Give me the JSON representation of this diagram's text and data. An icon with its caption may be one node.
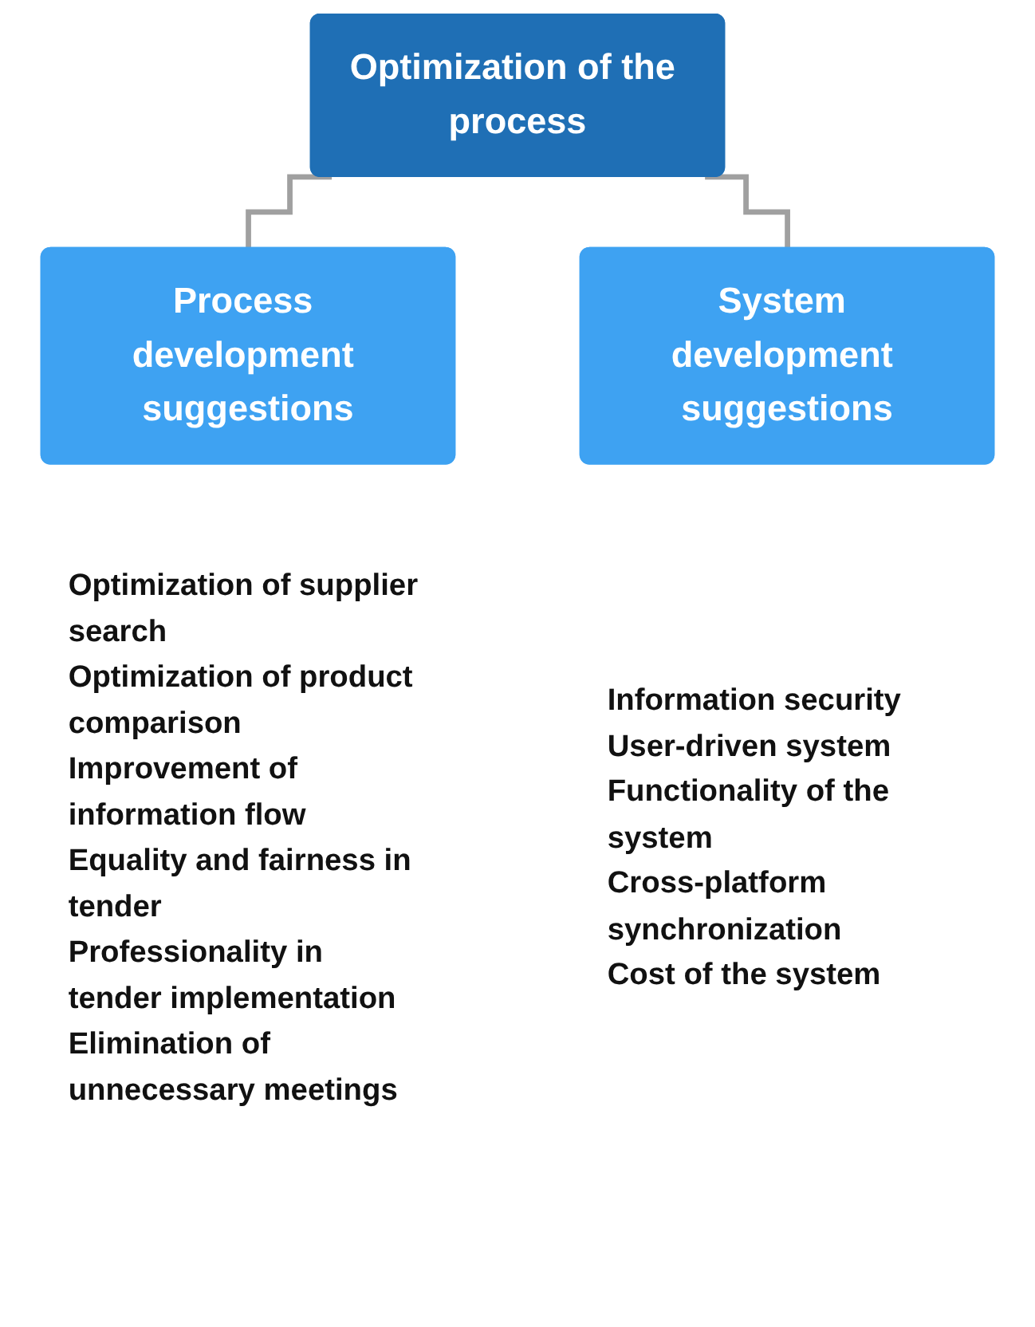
{
  "diagram": {
    "nodes": [
      {
        "text": [
          "Optimization of the process"
        ]
      },
      {
        "text": [
          "Process development suggestions"
        ],
        "beside": [
          "Optimization of supplier search",
          "Optimization of product comparison",
          "Improvement of information flow",
          "Equality and fairness in tender",
          "Professionality in tender implementation",
          "Elimination of unnecessary meetings"
        ]
      },
      {
        "text": [
          "System development suggestions"
        ],
        "beside": [
          "Information security",
          "User-driven system",
          "Functionality of the system",
          "Cross-platform synchronization",
          "Cost of the system"
        ]
      }
    ],
    "edges": [
      {
        "from": 0,
        "to": 1,
        "arrow": "none"
      },
      {
        "from": 0,
        "to": 2,
        "arrow": "none"
      }
    ]
  }
}
